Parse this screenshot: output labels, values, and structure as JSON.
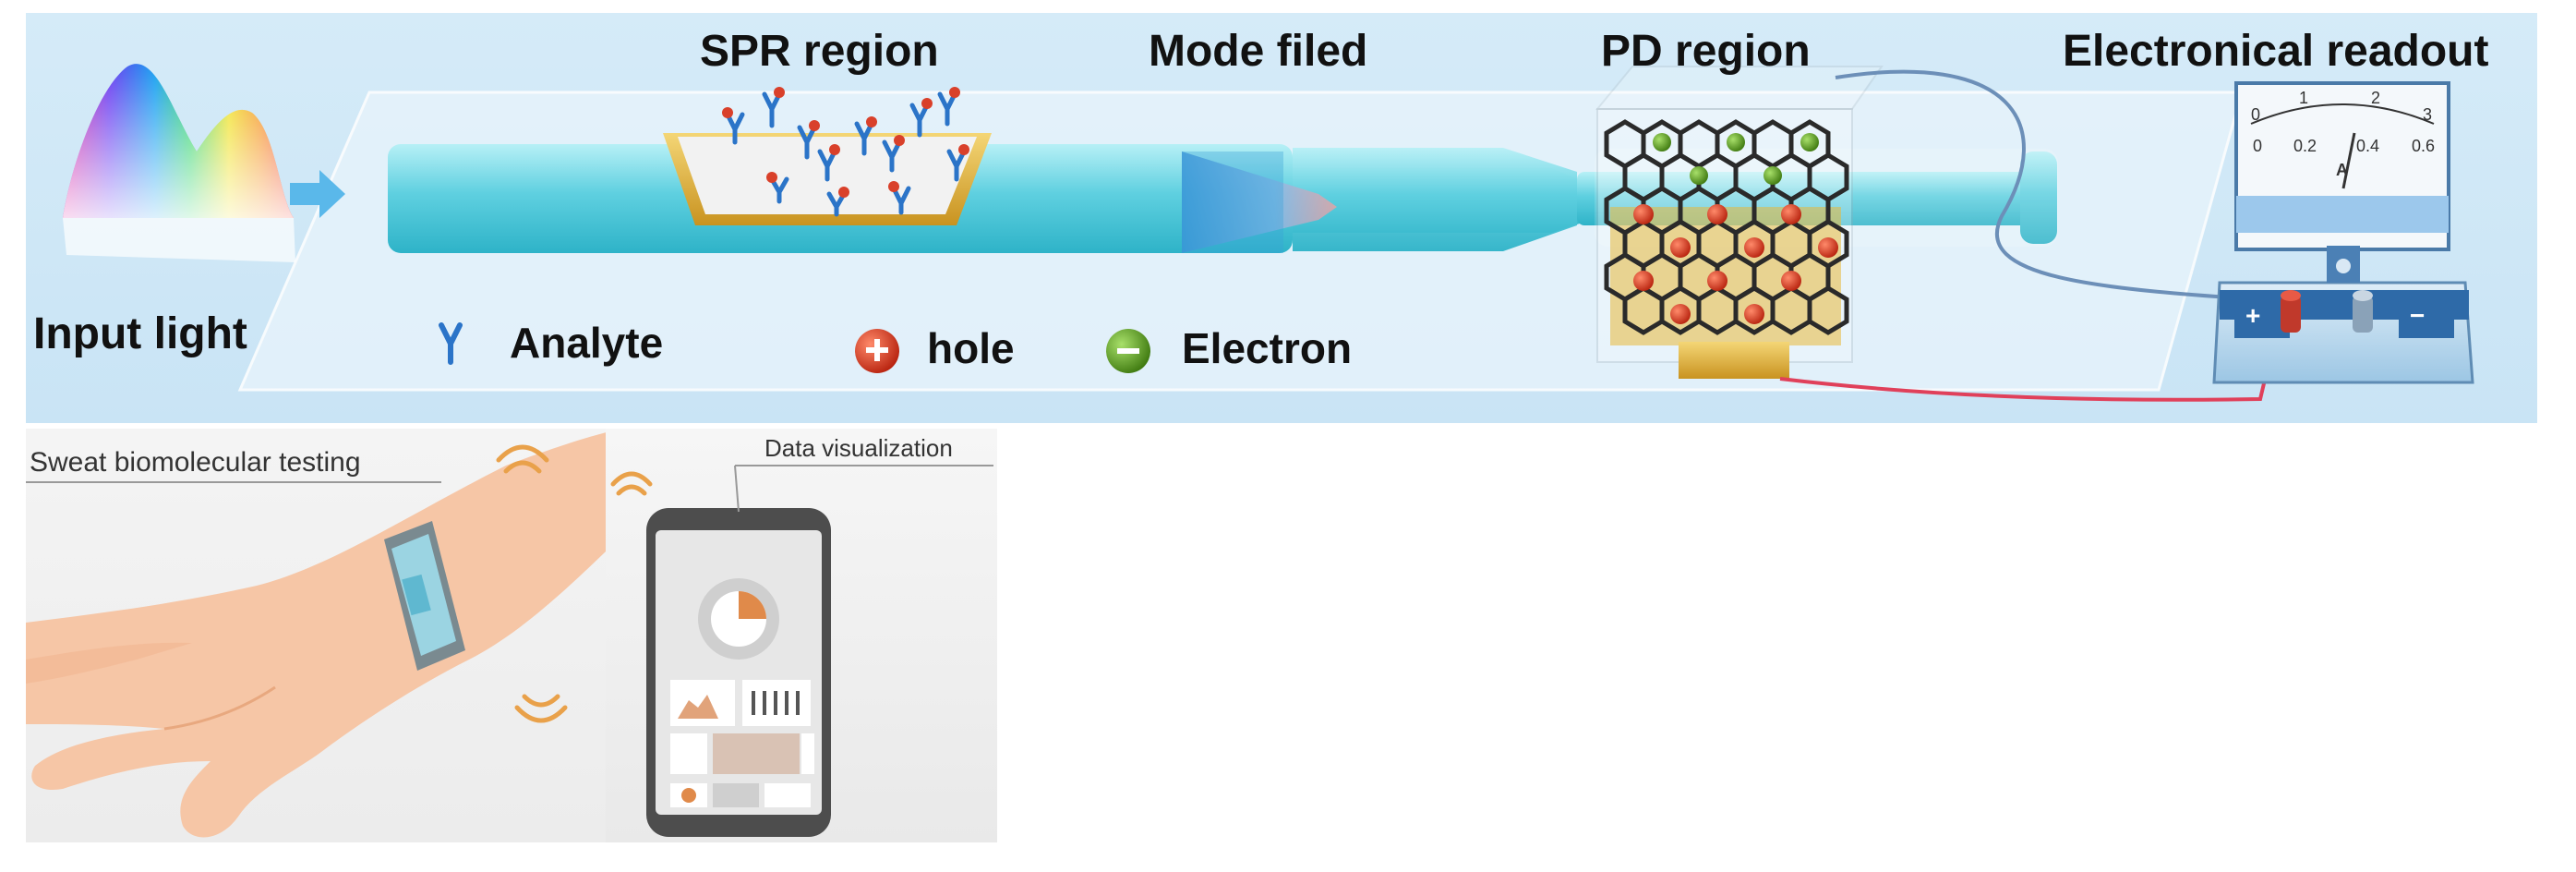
{
  "top_panel": {
    "input_label": "Input light",
    "sections": {
      "spr": "SPR region",
      "mode": "Mode filed",
      "pd": "PD region",
      "readout": "Electronical readout"
    },
    "legend": [
      {
        "key": "analyte",
        "text": "Analyte"
      },
      {
        "key": "hole",
        "text": "hole"
      },
      {
        "key": "electron",
        "text": "Electron"
      }
    ],
    "meter": {
      "ticks_top": [
        "0",
        "1",
        "2",
        "3"
      ],
      "ticks_bottom": [
        "0",
        "0.2",
        "0.4",
        "0.6"
      ],
      "unit": "A",
      "plus": "+",
      "minus": "−"
    }
  },
  "bottom_left": {
    "caption": "Sweat biomolecular testing"
  },
  "bottom_right": {
    "caption": "Data visualization"
  },
  "colors": {
    "fiber": "#5fd0e0",
    "panel_bg": "#cde6f6",
    "hole_red": "#d9402a",
    "electron_green": "#5c9a1c",
    "analyte_blue": "#2b74c8",
    "pd_gold": "#e7b83a"
  }
}
